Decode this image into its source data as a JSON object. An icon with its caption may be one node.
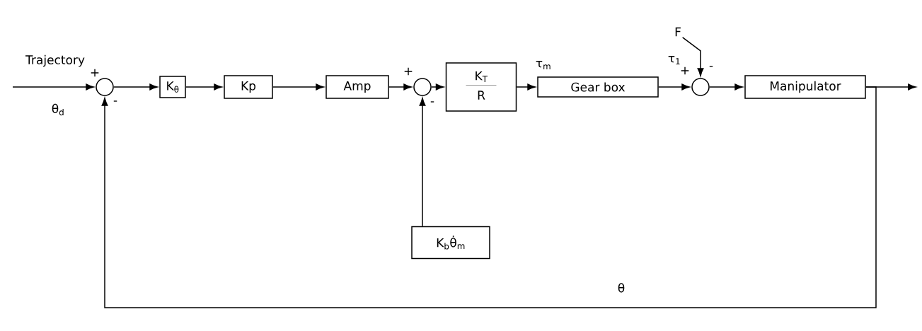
{
  "diagram": {
    "nodes": [
      {
        "text": [],
        "shape": "circle"
      },
      {
        "text": [
          "K$_{θ}$"
        ]
      },
      {
        "text": [
          "Kp"
        ]
      },
      {
        "text": [
          "Amp"
        ]
      },
      {
        "text": [],
        "shape": "circle"
      },
      {
        "text": [
          "K$_{T}$",
          "R"
        ]
      },
      {
        "text": [
          "Gear box"
        ]
      },
      {
        "text": [],
        "shape": "circle"
      },
      {
        "text": [
          "Manipulator"
        ]
      },
      {
        "text": [
          "K$_{b}$θ̇$_{m}$"
        ]
      },
      {
        "text": [
          "F"
        ]
      }
    ],
    "edges": [
      {
        "from": null,
        "to": 0,
        "arrow": "to"
      },
      {
        "from": 0,
        "to": 1,
        "arrow": "to"
      },
      {
        "from": 1,
        "to": 2,
        "arrow": "to"
      },
      {
        "from": 2,
        "to": 3,
        "arrow": "to"
      },
      {
        "from": 3,
        "to": 4,
        "arrow": "to"
      },
      {
        "from": 4,
        "to": 5,
        "arrow": "to"
      },
      {
        "from": 5,
        "to": 6,
        "arrow": "to",
        "label": "τ$_{m}$"
      },
      {
        "from": 6,
        "to": 7,
        "arrow": "to",
        "label": "τ$_{1}$"
      },
      {
        "from": 7,
        "to": 8,
        "arrow": "to"
      },
      {
        "from": 8,
        "to": null,
        "arrow": "to"
      },
      {
        "from": 8,
        "to": 0,
        "arrow": "to",
        "label": "θ"
      },
      {
        "from": 9,
        "to": 4,
        "arrow": "to"
      },
      {
        "from": 10,
        "to": 7,
        "arrow": "to"
      }
    ],
    "labels": [
      "Trajectory",
      "+",
      "-",
      "θ$_{d}$",
      "+",
      "-",
      "+",
      "-"
    ]
  }
}
